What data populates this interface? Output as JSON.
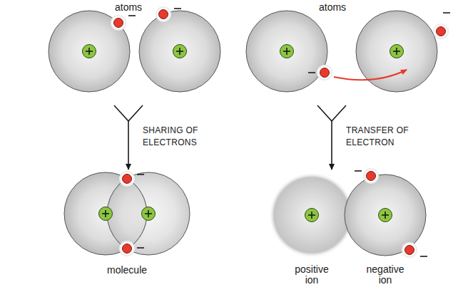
{
  "diagram": {
    "labels": [
      "atoms",
      "atoms",
      "SHARING OF ELECTRONS",
      "TRANSFER OF ELECTRON",
      "molecule",
      "positive ion",
      "negative ion"
    ]
  }
}
